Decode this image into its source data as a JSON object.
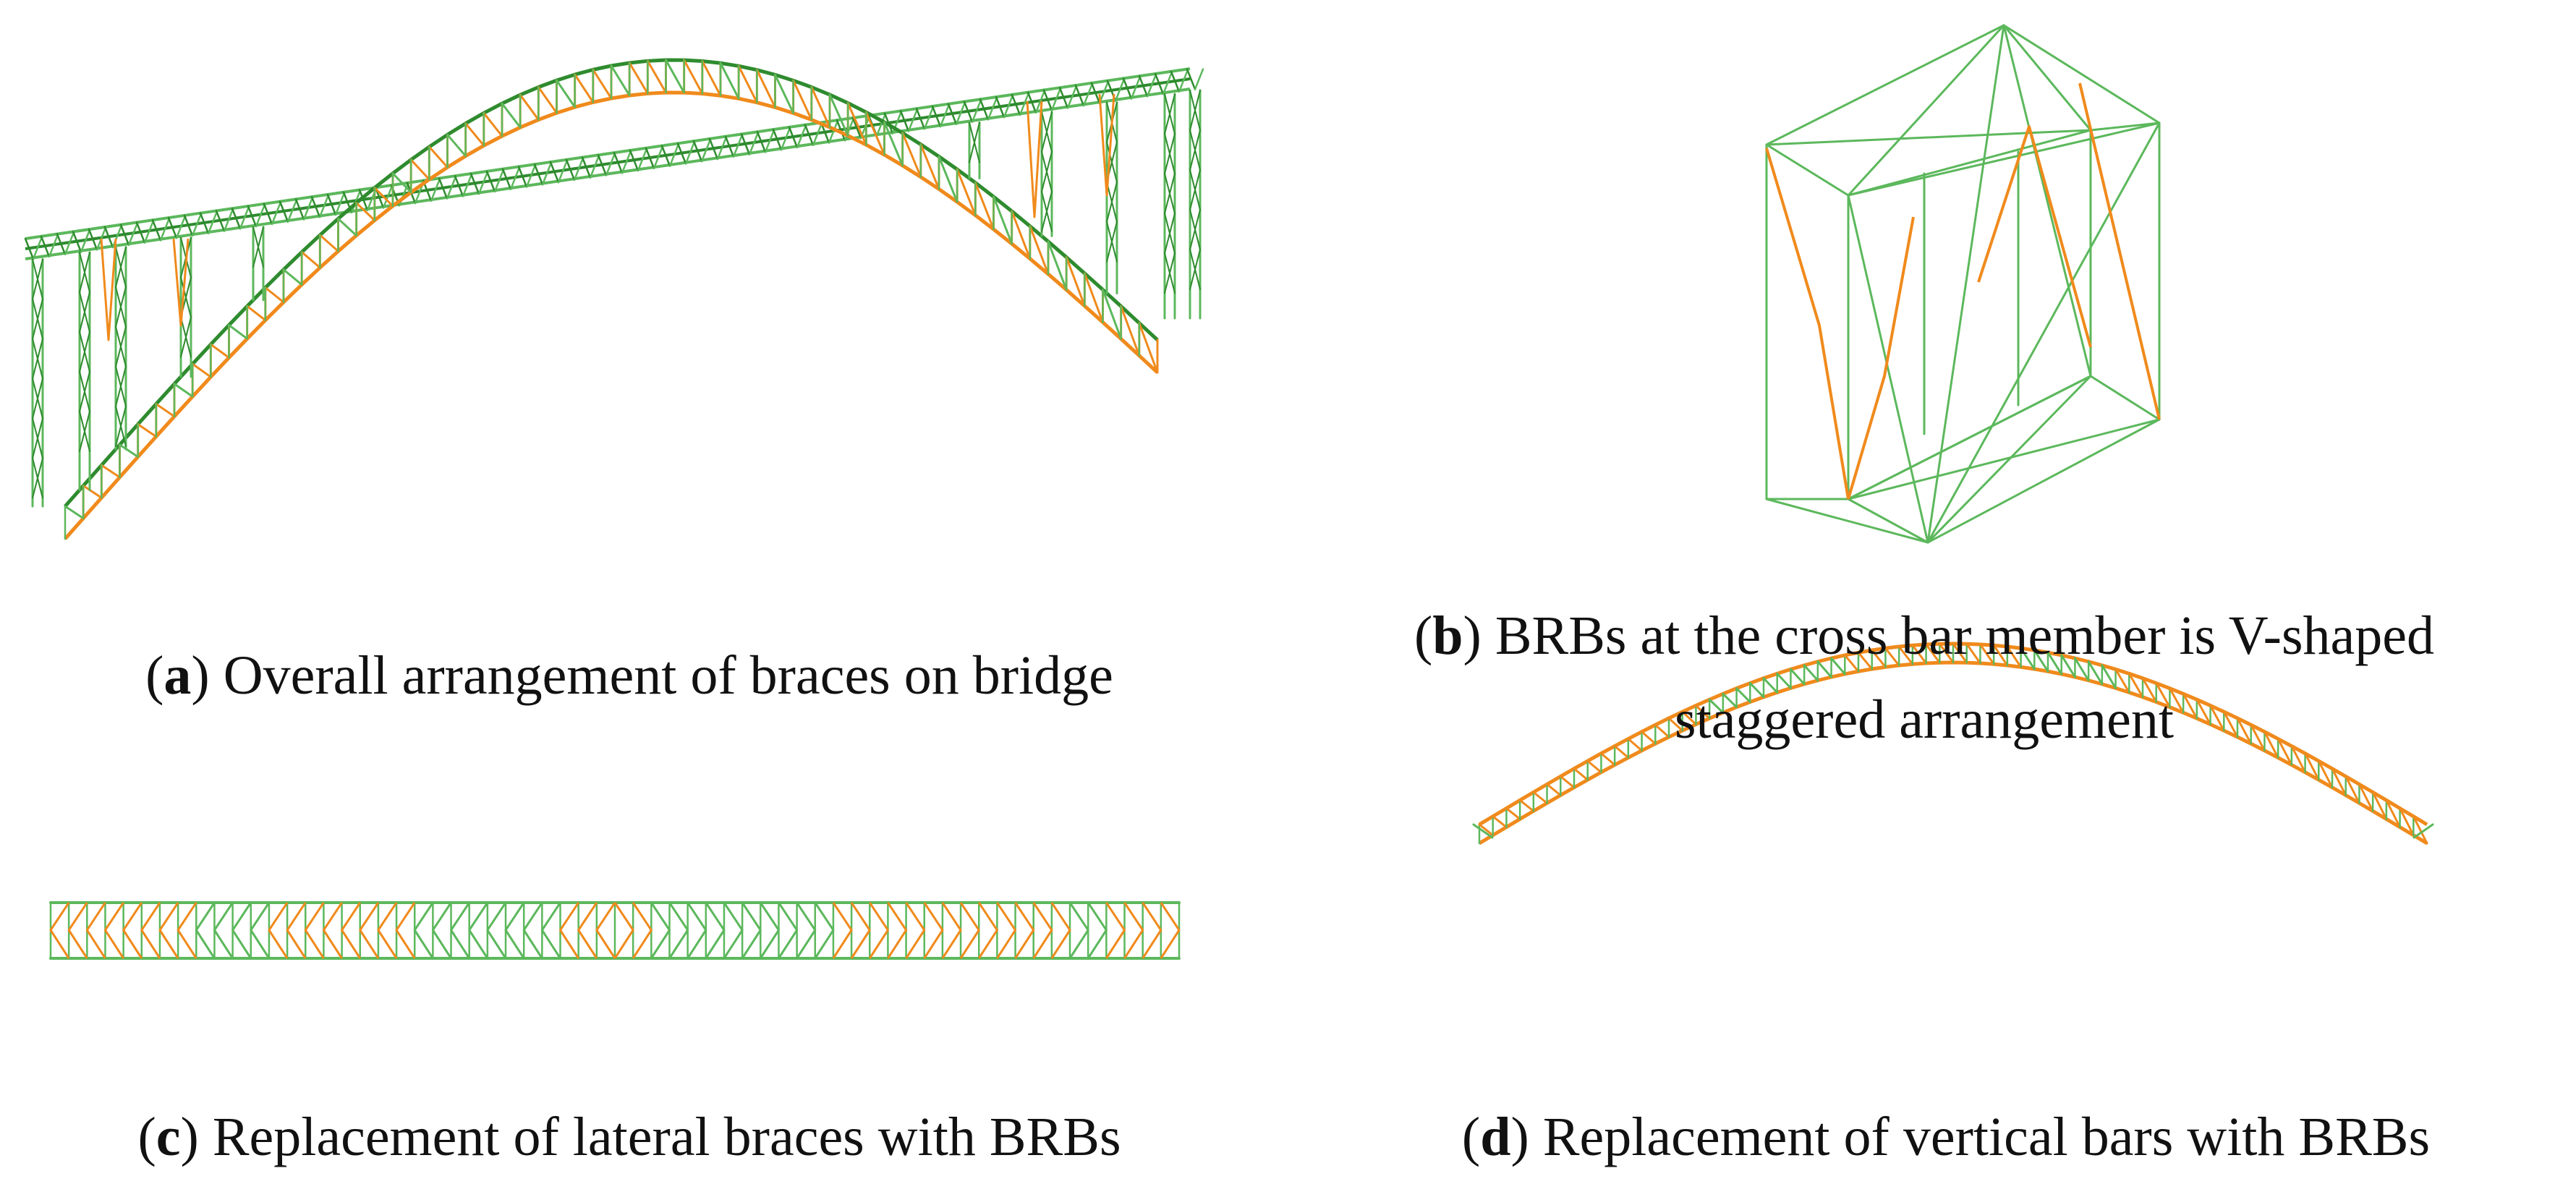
{
  "colors": {
    "green": "#5cb85c",
    "dark_green": "#2e8b2e",
    "orange": "#f08a1c",
    "grey": "#9a9a9a"
  },
  "panels": [
    {
      "letter": "a",
      "caption": "Overall arrangement of braces on bridge"
    },
    {
      "letter": "b",
      "caption_line1": "BRBs at the cross bar member is V-shaped",
      "caption_line2": "staggered arrangement"
    },
    {
      "letter": "c",
      "caption": "Replacement of lateral braces with BRBs"
    },
    {
      "letter": "d",
      "caption": "Replacement of vertical bars with BRBs"
    }
  ]
}
